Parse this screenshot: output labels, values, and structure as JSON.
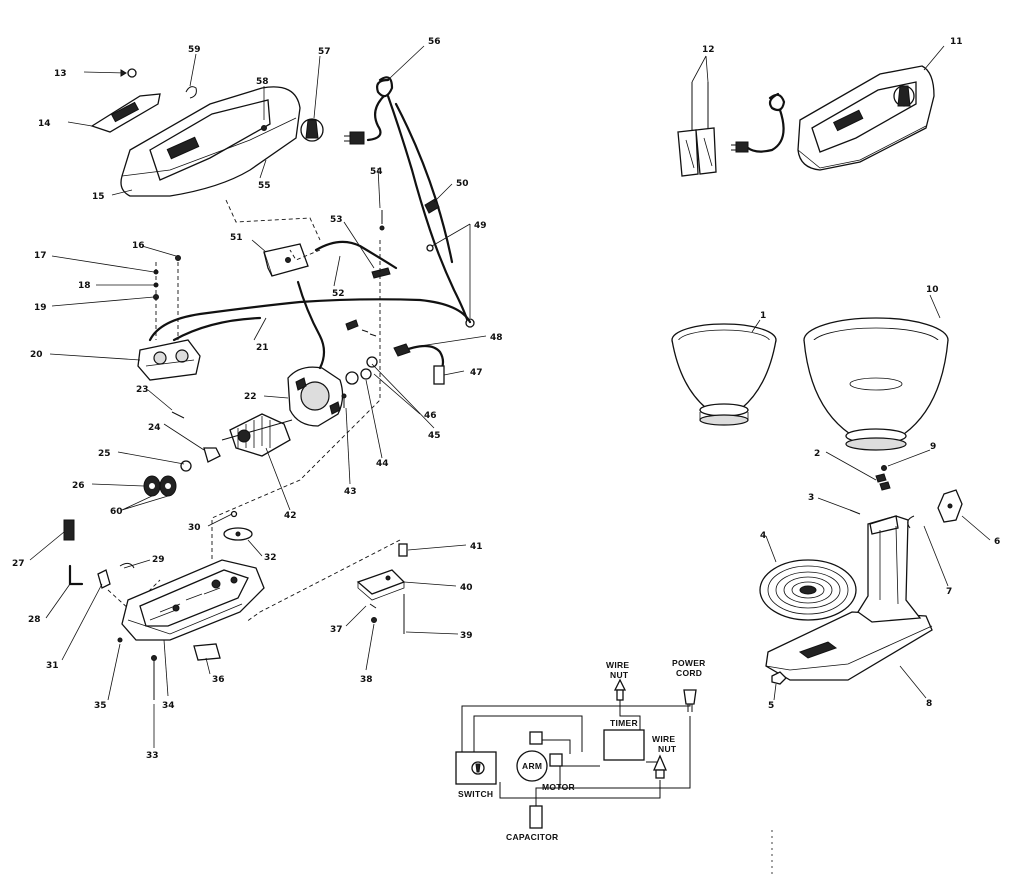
{
  "callouts": [
    {
      "id": "c13",
      "text": "13"
    },
    {
      "id": "c14",
      "text": "14"
    },
    {
      "id": "c15",
      "text": "15"
    },
    {
      "id": "c59",
      "text": "59"
    },
    {
      "id": "c58",
      "text": "58"
    },
    {
      "id": "c55",
      "text": "55"
    },
    {
      "id": "c57",
      "text": "57"
    },
    {
      "id": "c56",
      "text": "56"
    },
    {
      "id": "c50",
      "text": "50"
    },
    {
      "id": "c54",
      "text": "54"
    },
    {
      "id": "c53",
      "text": "53"
    },
    {
      "id": "c49",
      "text": "49"
    },
    {
      "id": "c51",
      "text": "51"
    },
    {
      "id": "c52",
      "text": "52"
    },
    {
      "id": "c16",
      "text": "16"
    },
    {
      "id": "c17",
      "text": "17"
    },
    {
      "id": "c18",
      "text": "18"
    },
    {
      "id": "c19",
      "text": "19"
    },
    {
      "id": "c20",
      "text": "20"
    },
    {
      "id": "c21",
      "text": "21"
    },
    {
      "id": "c48",
      "text": "48"
    },
    {
      "id": "c47",
      "text": "47"
    },
    {
      "id": "c46",
      "text": "46"
    },
    {
      "id": "c45",
      "text": "45"
    },
    {
      "id": "c44",
      "text": "44"
    },
    {
      "id": "c43",
      "text": "43"
    },
    {
      "id": "c22",
      "text": "22"
    },
    {
      "id": "c23",
      "text": "23"
    },
    {
      "id": "c24",
      "text": "24"
    },
    {
      "id": "c25",
      "text": "25"
    },
    {
      "id": "c26",
      "text": "26"
    },
    {
      "id": "c60",
      "text": "60"
    },
    {
      "id": "c42",
      "text": "42"
    },
    {
      "id": "c27",
      "text": "27"
    },
    {
      "id": "c28",
      "text": "28"
    },
    {
      "id": "c29",
      "text": "29"
    },
    {
      "id": "c30",
      "text": "30"
    },
    {
      "id": "c32",
      "text": "32"
    },
    {
      "id": "c31",
      "text": "31"
    },
    {
      "id": "c41",
      "text": "41"
    },
    {
      "id": "c40",
      "text": "40"
    },
    {
      "id": "c37",
      "text": "37"
    },
    {
      "id": "c39",
      "text": "39"
    },
    {
      "id": "c38",
      "text": "38"
    },
    {
      "id": "c36",
      "text": "36"
    },
    {
      "id": "c35",
      "text": "35"
    },
    {
      "id": "c34",
      "text": "34"
    },
    {
      "id": "c33",
      "text": "33"
    },
    {
      "id": "c12",
      "text": "12"
    },
    {
      "id": "c11",
      "text": "11"
    },
    {
      "id": "c1",
      "text": "1"
    },
    {
      "id": "c10",
      "text": "10"
    },
    {
      "id": "c2",
      "text": "2"
    },
    {
      "id": "c9",
      "text": "9"
    },
    {
      "id": "c3",
      "text": "3"
    },
    {
      "id": "c6",
      "text": "6"
    },
    {
      "id": "c4",
      "text": "4"
    },
    {
      "id": "c7",
      "text": "7"
    },
    {
      "id": "c5",
      "text": "5"
    },
    {
      "id": "c8",
      "text": "8"
    }
  ],
  "schematic": {
    "wire_nut_top": [
      "WIRE",
      "NUT"
    ],
    "power_cord": [
      "POWER",
      "CORD"
    ],
    "timer": "TIMER",
    "wire_nut_right": [
      "WIRE",
      "NUT"
    ],
    "arm": "ARM",
    "motor": "MOTOR",
    "switch": "SWITCH",
    "capacitor": "CAPACITOR"
  }
}
